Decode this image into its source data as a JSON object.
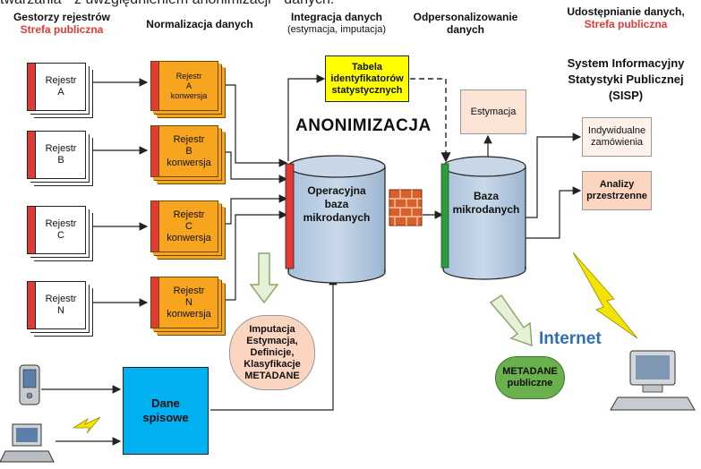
{
  "top_cut_text": "twarzania \" z uwzględnieniem anonimizacji \" danych.",
  "columns": {
    "col1_title": "Gestorzy rejestrów",
    "col1_sub": "Strefa publiczna",
    "col2_title": "Normalizacja danych",
    "col3_title": "Integracja danych",
    "col3_sub": "(estymacja, imputacja)",
    "col4_title_1": "Odpersonalizowanie",
    "col4_title_2": "danych",
    "col5_title_1": "Udostępnianie danych,",
    "col5_sub": "Strefa publiczna"
  },
  "registers": [
    {
      "line1": "Rejestr",
      "line2": "A"
    },
    {
      "line1": "Rejestr",
      "line2": "B"
    },
    {
      "line1": "Rejestr",
      "line2": "C"
    },
    {
      "line1": "Rejestr",
      "line2": "N"
    }
  ],
  "conversions": [
    {
      "line1": "Rejestr",
      "line2": "A",
      "line3": "konwersja"
    },
    {
      "line1": "Rejestr",
      "line2": "B",
      "line3": "konwersja"
    },
    {
      "line1": "Rejestr",
      "line2": "C",
      "line3": "konwersja"
    },
    {
      "line1": "Rejestr",
      "line2": "N",
      "line3": "konwersja"
    }
  ],
  "tabela": {
    "line1": "Tabela",
    "line2": "identyfikatorów",
    "line3": "statystycznych"
  },
  "anonimizacja": "ANONIMIZACJA",
  "operacyjna": {
    "line1": "Operacyjna",
    "line2": "baza",
    "line3": "mikrodanych"
  },
  "baza": {
    "line1": "Baza",
    "line2": "mikrodanych"
  },
  "estymacja": "Estymacja",
  "sisp": {
    "line1": "System Informacyjny",
    "line2": "Statystyki Publicznej",
    "line3": "(SISP)"
  },
  "indywidualne": {
    "line1": "Indywidualne",
    "line2": "zamówienia"
  },
  "analizy": {
    "line1": "Analizy",
    "line2": "przestrzenne"
  },
  "imputacja": {
    "line1": "Imputacja",
    "line2": "Estymacja,",
    "line3": "Definicje,",
    "line4": "Klasyfikacje",
    "line5": "METADANE"
  },
  "metadane": {
    "line1": "METADANE",
    "line2": "publiczne"
  },
  "dane_spisowe": {
    "line1": "Dane",
    "line2": "spisowe"
  },
  "internet": "Internet",
  "colors": {
    "red": "#e53935",
    "orange": "#f7a51f",
    "yellow": "#ffff00",
    "cylinder": "#b8cde2",
    "green": "#2e9a3e",
    "cyan": "#00b0f0",
    "salmon": "#fbd5c0",
    "metadane_green": "#6ab04c",
    "internet_blue": "#2f6fb5"
  }
}
